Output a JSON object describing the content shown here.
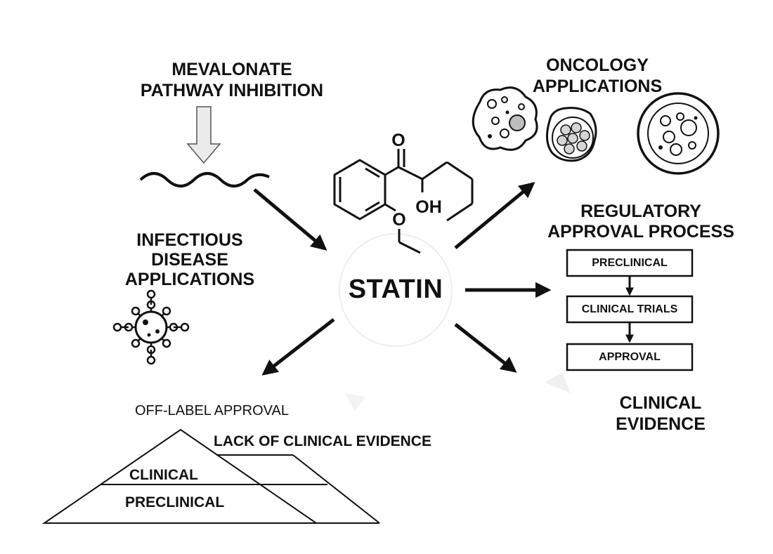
{
  "diagram": {
    "center": {
      "label": "STATIN"
    },
    "molecule": {
      "carbonyl_label": "O",
      "hydroxyl_label": "OH",
      "ether_label": "O"
    },
    "mevalonate": {
      "line1": "MEVALONATE",
      "line2": "PATHWAY INHIBITION"
    },
    "oncology": {
      "line1": "ONCOLOGY",
      "line2": "APPLICATIONS"
    },
    "infectious": {
      "line1": "INFECTIOUS",
      "line2": "DISEASE",
      "line3": "APPLICATIONS"
    },
    "regulatory": {
      "line1": "REGULATORY",
      "line2": "APPROVAL PROCESS",
      "steps": [
        "PRECLINICAL",
        "CLINICAL TRIALS",
        "APPROVAL"
      ]
    },
    "clinical_evidence": {
      "line1": "CLINICAL",
      "line2": "EVIDENCE"
    },
    "pyramid": {
      "off_label": "OFF-LABEL APPROVAL",
      "lack": "LACK OF CLINICAL EVIDENCE",
      "clinical": "CLINICAL",
      "preclinical": "PRECLINICAL"
    }
  },
  "colors": {
    "ink": "#111111",
    "background": "#ffffff",
    "pale_arrow": "#e6e6e6",
    "cell_fill": "#bdbdbd"
  },
  "icons": [
    "down-arrow-icon",
    "wavy-membrane-icon",
    "cancer-cell-icon",
    "virus-icon",
    "statin-molecule-icon"
  ]
}
